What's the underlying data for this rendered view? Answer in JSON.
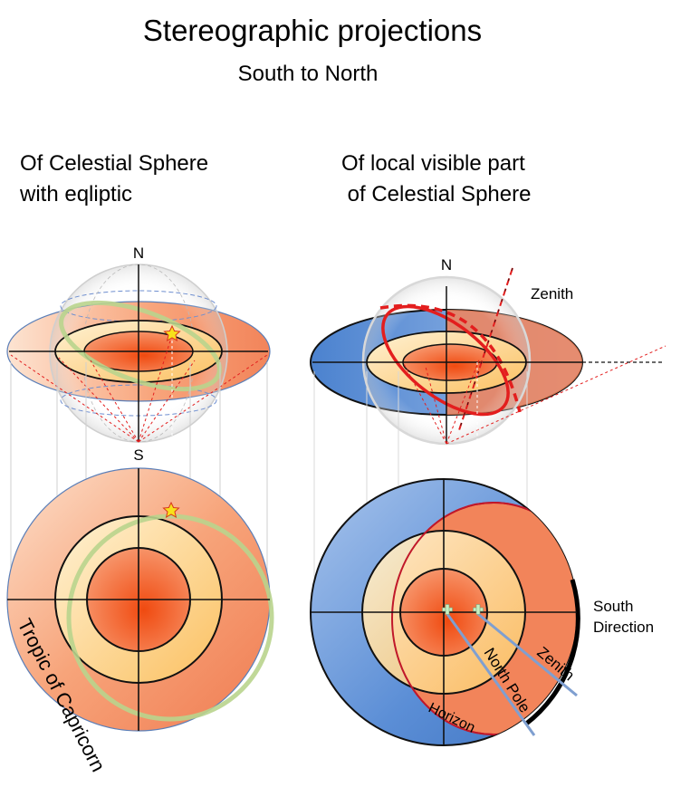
{
  "title": "Stereographic projections",
  "subtitle": "South to North",
  "left_heading": {
    "line1": "Of Celestial Sphere",
    "line2": "with eqliptic"
  },
  "right_heading": {
    "line1": "Of local visible part",
    "line2": " of Celestial Sphere"
  },
  "labels": {
    "north": "N",
    "south": "S",
    "north_right": "N",
    "zenith_top": "Zenith",
    "south_direction_line1": "South",
    "south_direction_line2": "Direction",
    "tropic": "Tropic of Capricorn",
    "north_pole": "North Pole",
    "zenith_pointer": "Zenith",
    "horizon": "Horizon"
  },
  "colors": {
    "orange_outer": "#f2845a",
    "orange_light": "#fde0cc",
    "yellow_ring": "#fcd27a",
    "core_red": "#f05a1e",
    "blue": "#5b8ed6",
    "blue_light": "#c2d7f0",
    "ecliptic": "#b9d48d",
    "horizon_red": "#e31e1e",
    "marker_green": "#c6f0c2",
    "pointer_blue": "#7f9fd0"
  }
}
